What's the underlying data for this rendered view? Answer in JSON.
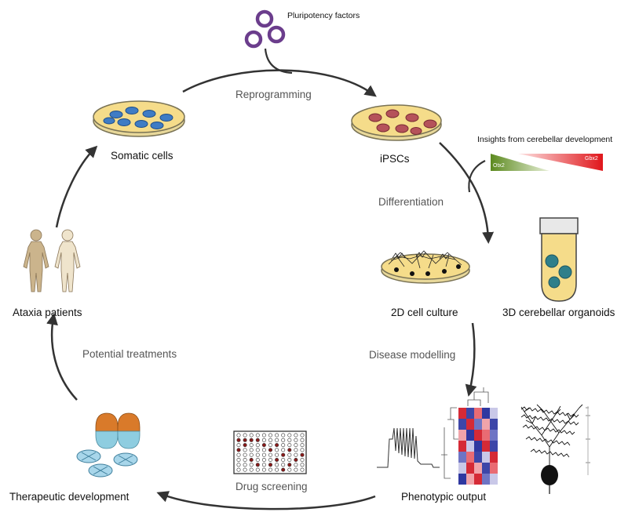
{
  "labels": {
    "pluripotency": "Pluripotency factors",
    "somatic": "Somatic cells",
    "ipscs": "iPSCs",
    "insights": "Insights from cerebellar development",
    "gradient_left": "Otx2",
    "gradient_right": "Gbx2",
    "culture2d": "2D cell culture",
    "organoids": "3D cerebellar organoids",
    "phenotypic": "Phenotypic output",
    "therapeutic": "Therapeutic development",
    "ataxia": "Ataxia patients"
  },
  "steps": {
    "reprogramming": "Reprogramming",
    "differentiation": "Differentiation",
    "disease_modelling": "Disease modelling",
    "drug_screening": "Drug screening",
    "potential_treatments": "Potential treatments"
  },
  "colors": {
    "arrow": "#333333",
    "factor_ring": "#6b3d8c",
    "dish_medium": "#f5dc8a",
    "somatic_cell": "#3f7cc4",
    "ipsc_cell": "#b5525a",
    "gradient_green": "#6b8e23",
    "gradient_red": "#e0161b",
    "pill_orange": "#d97a2a",
    "pill_blue": "#8ecde0",
    "organoid": "#2f7f8a"
  }
}
